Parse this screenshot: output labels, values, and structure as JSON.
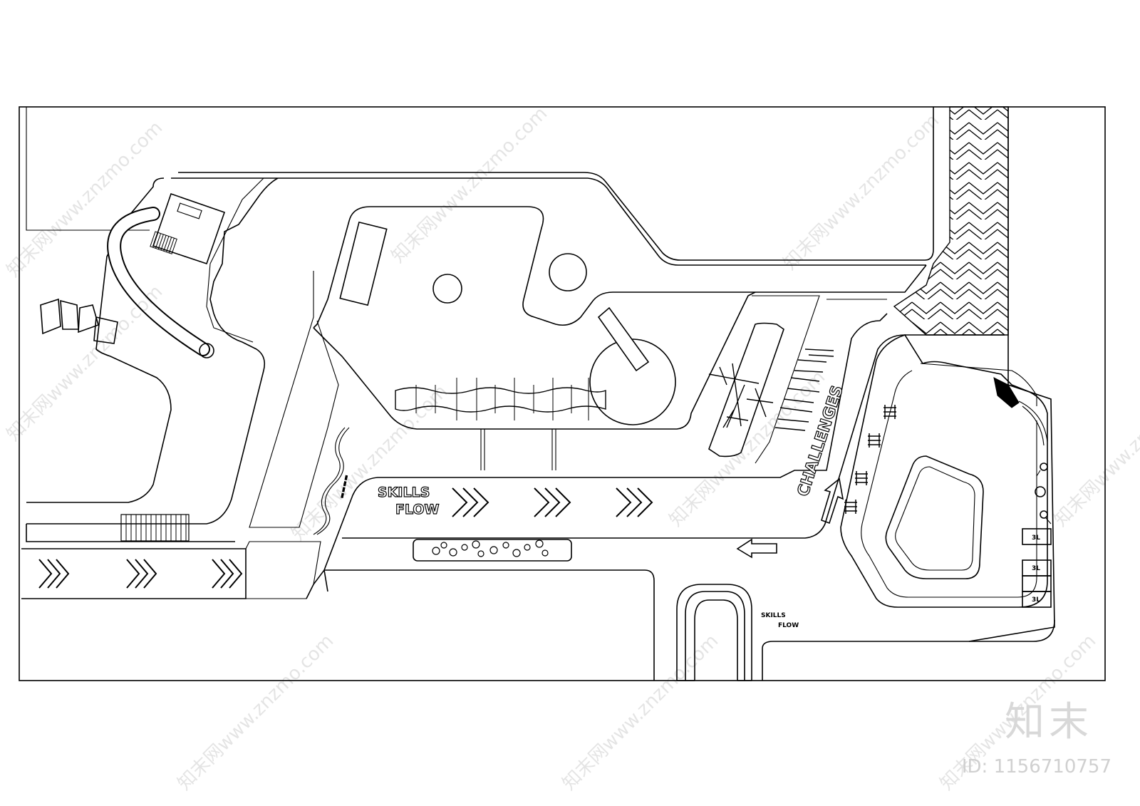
{
  "labels": {
    "skills_flow_main_1": "SKILLS",
    "skills_flow_main_2": "FLOW",
    "challenges": "CHALLENGES",
    "skills_flow_small_1": "SKILLS",
    "skills_flow_small_2": "FLOW",
    "bay_tag": "3L"
  },
  "watermark": {
    "text": "知末网www.znzmo.com",
    "brand": "知末",
    "id_text": "ID: 1156710757"
  }
}
